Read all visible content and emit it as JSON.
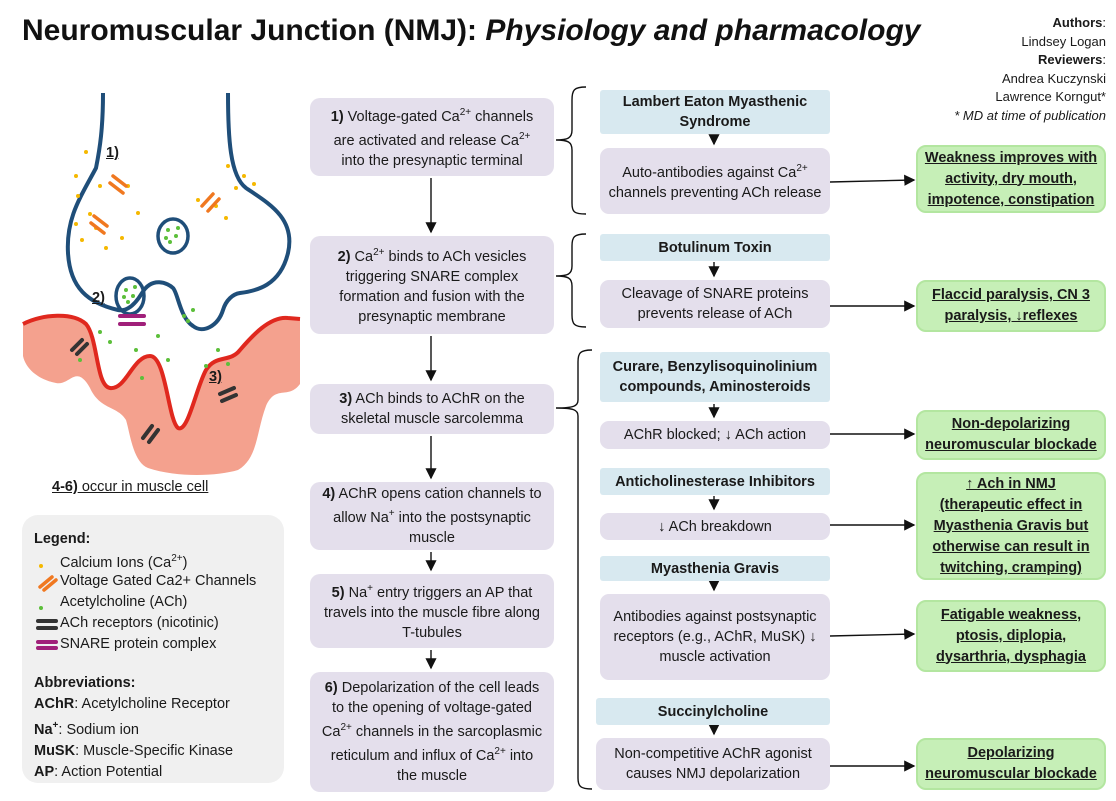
{
  "title": {
    "main": "Neuromuscular Junction (NMJ): ",
    "italic": "Physiology and pharmacology"
  },
  "credits": {
    "authors_label": "Authors",
    "author": "Lindsey Logan",
    "reviewers_label": "Reviewers",
    "reviewer1": "Andrea Kuczynski",
    "reviewer2": "Lawrence Korngut*",
    "note": "* MD at time of publication"
  },
  "diagram_labels": {
    "label1": "1)",
    "label2": "2)",
    "label3": "3)"
  },
  "cell_note": {
    "prefix": "4-6)",
    "text": " occur in muscle cell"
  },
  "steps": [
    {
      "num": "1)",
      "text_a": " Voltage-gated Ca",
      "sup_a": "2+",
      "text_b": " channels are activated and release Ca",
      "sup_b": "2+",
      "text_c": " into the presynaptic terminal"
    },
    {
      "num": "2)",
      "text_a": " Ca",
      "sup_a": "2+",
      "text_b": " binds to ACh vesicles triggering SNARE complex formation and fusion with the presynaptic membrane"
    },
    {
      "num": "3)",
      "text_a": " ACh binds to AChR on the skeletal muscle sarcolemma"
    },
    {
      "num": "4)",
      "text_a": " AChR opens cation channels to allow Na",
      "sup_a": "+",
      "text_b": " into the postsynaptic muscle"
    },
    {
      "num": "5)",
      "text_a": " Na",
      "sup_a": "+",
      "text_b": " entry triggers an AP that travels into the muscle fibre along T-tubules"
    },
    {
      "num": "6)",
      "text_a": " Depolarization of the cell leads to the opening of voltage-gated Ca",
      "sup_a": "2+",
      "text_b": " channels in the sarcoplasmic reticulum and influx of Ca",
      "sup_b": "2+",
      "text_c": " into the muscle"
    }
  ],
  "conditions": {
    "lems_title": "Lambert Eaton Myasthenic Syndrome",
    "lems_mech_a": "Auto-antibodies against Ca",
    "lems_mech_sup": "2+",
    "lems_mech_b": " channels preventing ACh release",
    "lems_result": "Weakness improves with activity, dry mouth, impotence, constipation",
    "botox_title": "Botulinum Toxin",
    "botox_mech": "Cleavage of SNARE proteins prevents  release of ACh",
    "botox_result": "Flaccid paralysis, CN 3 paralysis, ↓reflexes",
    "curare_title_a": "Curare",
    "curare_title_b": ", Benzylisoquinolinium compounds, Aminosteroids",
    "curare_mech": "AChR blocked; ↓ ACh action",
    "curare_result": "Non-depolarizing neuromuscular blockade",
    "anticholinesterase_title": "Anticholinesterase Inhibitors",
    "anticholinesterase_mech": "↓ ACh breakdown",
    "anticholinesterase_result": "↑ Ach in NMJ (therapeutic effect in Myasthenia Gravis but otherwise can result in twitching, cramping)",
    "mg_title": "Myasthenia Gravis",
    "mg_mech": "Antibodies against postsynaptic receptors (e.g., AChR, MuSK) ↓ muscle activation",
    "mg_result": "Fatigable weakness, ptosis, diplopia, dysarthria, dysphagia",
    "sux_title": "Succinylcholine",
    "sux_mech": "Non-competitive AChR agonist causes NMJ depolarization",
    "sux_result": "Depolarizing neuromuscular blockade"
  },
  "legend": {
    "heading": "Legend:",
    "ca_a": "Calcium Ions (Ca",
    "ca_sup": "2+",
    "ca_b": ")",
    "vgcc": "Voltage Gated Ca2+ Channels",
    "ach": "Acetylcholine (ACh)",
    "achr": "ACh receptors (nicotinic)",
    "snare": "SNARE protein complex",
    "abbr_heading": "Abbreviations:",
    "abbr": [
      {
        "term": "AChR",
        "def": ": Acetylcholine Receptor"
      },
      {
        "term": "Na",
        "sup": "+",
        "def": ": Sodium ion"
      },
      {
        "term": "MuSK",
        "def": ": Muscle-Specific Kinase"
      },
      {
        "term": "AP",
        "def": ": Action Potential"
      }
    ]
  },
  "colors": {
    "step_box": "#e4dfec",
    "condition_header": "#d8e9f0",
    "result_box": "#c6efb7",
    "neuron_outline": "#1f4e79",
    "muscle_fill": "#f4a18e",
    "muscle_edge": "#e0281e",
    "calcium": "#f5b800",
    "ach": "#5cbf3a",
    "vgcc": "#f07820",
    "receptor": "#333333",
    "snare": "#a0207a"
  }
}
